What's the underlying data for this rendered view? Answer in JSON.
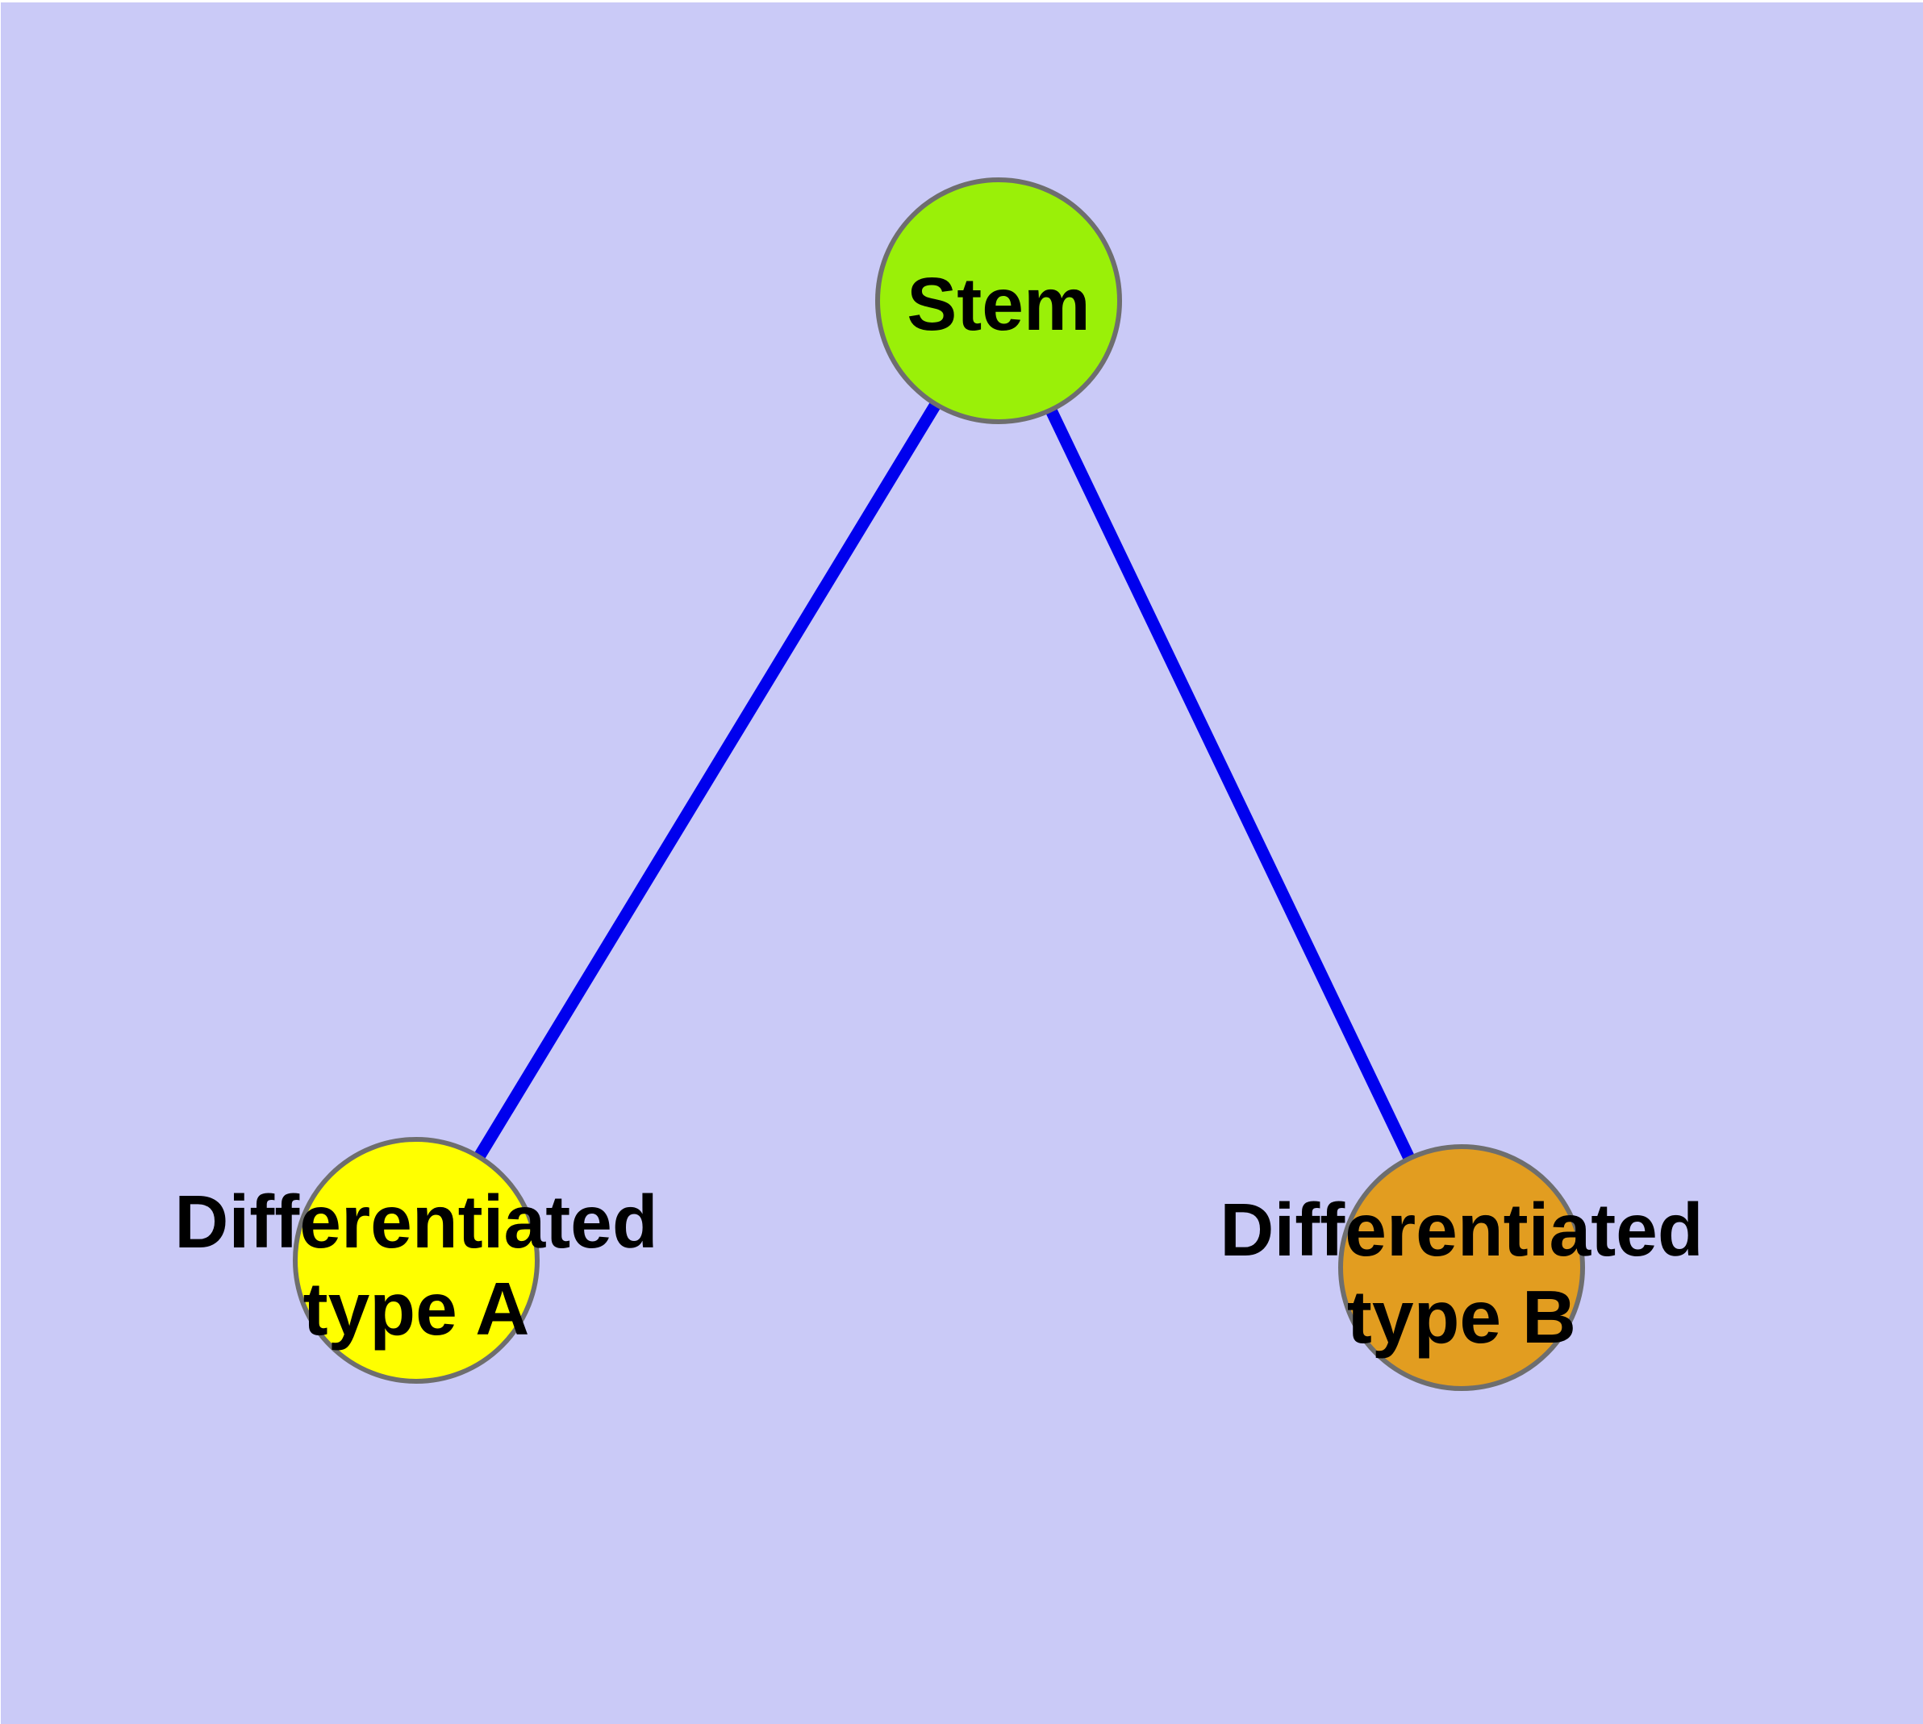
{
  "diagram": {
    "type": "graph",
    "description": "Stem cell differentiation tree: one stem node with edges to two differentiated cell-type nodes",
    "background_color": "#CACAF7",
    "edge_color": "#0000EE",
    "node_border_color": "#6E6E6E",
    "nodes": {
      "stem": {
        "label": "Stem",
        "color": "#9AF008"
      },
      "typeA": {
        "label_lines": [
          "Differentiated",
          "type A"
        ],
        "color": "#FFFF00"
      },
      "typeB": {
        "label_lines": [
          "Differentiated",
          "type B"
        ],
        "color": "#E29D20"
      }
    },
    "edges": [
      {
        "from": "Stem",
        "to": "Differentiated type A"
      },
      {
        "from": "Stem",
        "to": "Differentiated type B"
      }
    ]
  }
}
